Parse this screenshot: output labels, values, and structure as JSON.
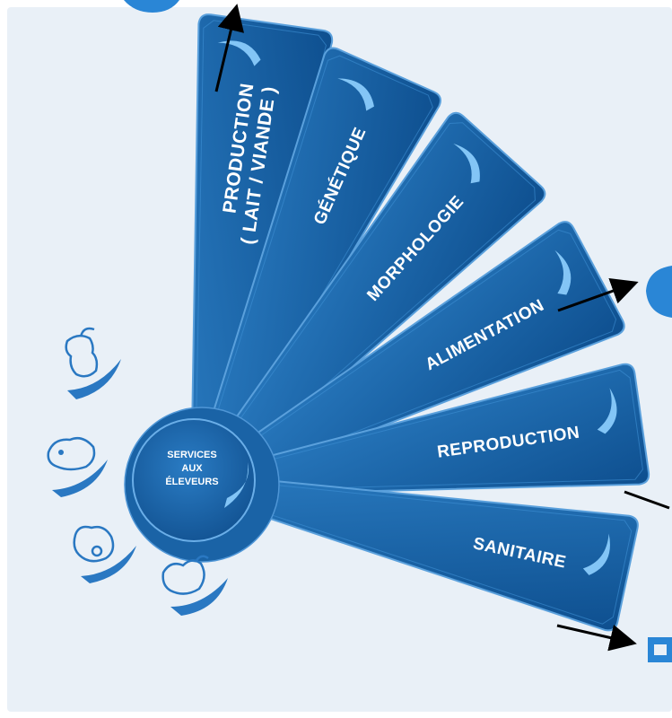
{
  "hub": {
    "lines": [
      "SERVICES",
      "AUX",
      "ÉLEVEURS"
    ]
  },
  "blades": [
    {
      "id": "production",
      "lines": [
        "PRODUCTION",
        "( LAIT / VIANDE )"
      ]
    },
    {
      "id": "genetique",
      "lines": [
        "GÉNÉTIQUE"
      ]
    },
    {
      "id": "morphologie",
      "lines": [
        "MORPHOLOGIE"
      ]
    },
    {
      "id": "alimentation",
      "lines": [
        "ALIMENTATION"
      ]
    },
    {
      "id": "reproduction",
      "lines": [
        "REPRODUCTION"
      ]
    },
    {
      "id": "sanitaire",
      "lines": [
        "SANITAIRE"
      ]
    }
  ],
  "animal_icons": [
    "goat-icon",
    "sheep-icon",
    "pig-icon",
    "rooster-icon"
  ],
  "colors": {
    "blade": "#1f6db0",
    "blade_dark": "#0d4d8c",
    "blade_edge": "#5aa0dc",
    "swoosh": "#8fd0ff",
    "icon": "#2a78c2",
    "background": "#e9f0f7",
    "arrow": "#000000"
  }
}
